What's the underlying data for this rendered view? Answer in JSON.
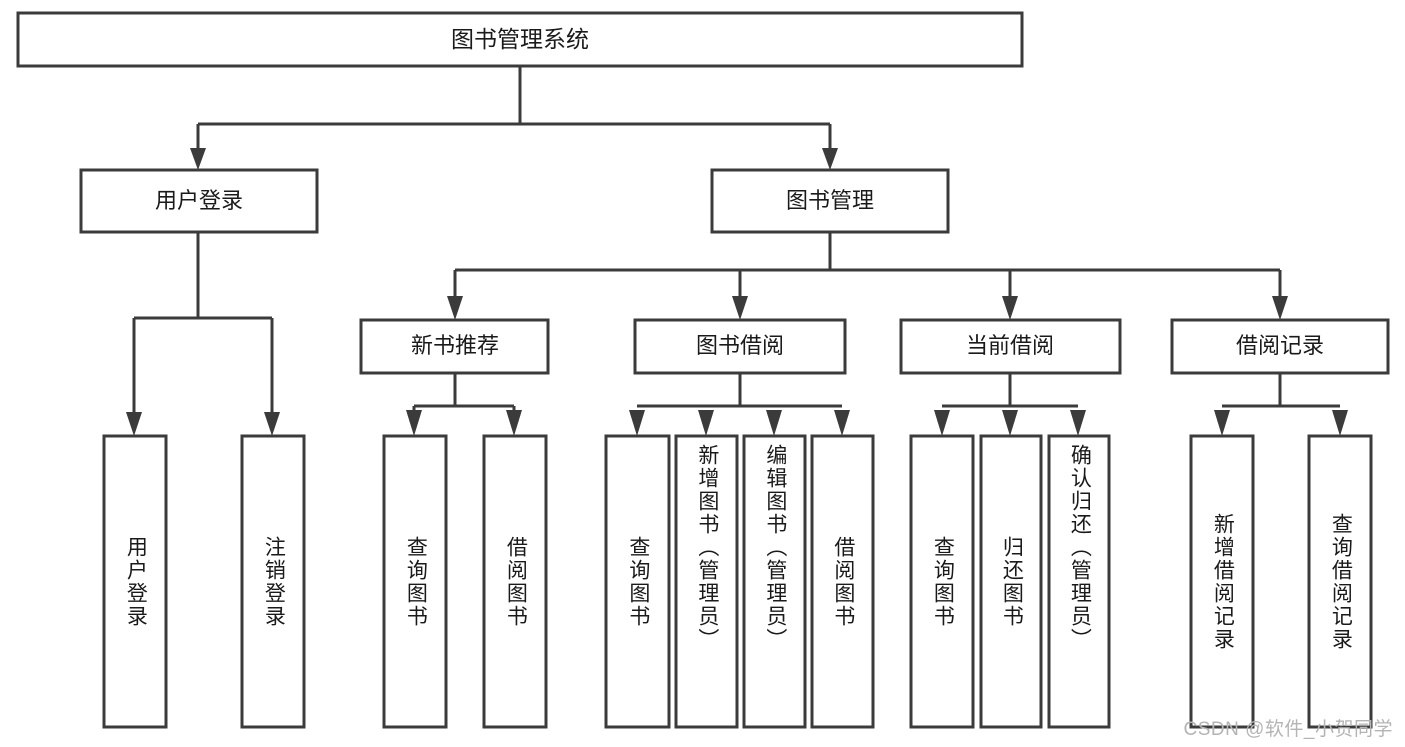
{
  "diagram": {
    "type": "hierarchy-tree",
    "title": "图书管理系统",
    "orientation": "top-down",
    "colors": {
      "box_fill": "#ffffff",
      "box_stroke": "#3b3b3b",
      "text": "#1a1a1a",
      "watermark": "#b4b4b4",
      "background": "#ffffff"
    },
    "levels": {
      "root": [
        "图书管理系统"
      ],
      "level2": [
        "用户登录",
        "图书管理"
      ],
      "level3": [
        "新书推荐",
        "图书借阅",
        "当前借阅",
        "借阅记录"
      ],
      "leaves": [
        "用户登录",
        "注销登录",
        "查询图书",
        "借阅图书",
        "查询图书",
        "新增图书（管理员）",
        "编辑图书（管理员）",
        "借阅图书",
        "查询图书",
        "归还图书",
        "确认归还（管理员）",
        "新增借阅记录",
        "查询借阅记录"
      ]
    },
    "nodes": {
      "root": {
        "label": "图书管理系统"
      },
      "user_login": {
        "label": "用户登录"
      },
      "book_manage": {
        "label": "图书管理"
      },
      "new_book_rec": {
        "label": "新书推荐"
      },
      "book_borrow": {
        "label": "图书借阅"
      },
      "current_borrow": {
        "label": "当前借阅"
      },
      "borrow_record": {
        "label": "借阅记录"
      },
      "leaf_user_login": {
        "label": "用户登录"
      },
      "leaf_logout": {
        "label": "注销登录"
      },
      "leaf_query_book_1": {
        "label": "查询图书"
      },
      "leaf_borrow_book_1": {
        "label": "借阅图书"
      },
      "leaf_query_book_2": {
        "label": "查询图书"
      },
      "leaf_add_book": {
        "label": "新增图书（管理员）"
      },
      "leaf_edit_book": {
        "label": "编辑图书（管理员）"
      },
      "leaf_borrow_book_2": {
        "label": "借阅图书"
      },
      "leaf_query_book_3": {
        "label": "查询图书"
      },
      "leaf_return_book": {
        "label": "归还图书"
      },
      "leaf_confirm_return": {
        "label": "确认归还（管理员）"
      },
      "leaf_add_record": {
        "label": "新增借阅记录"
      },
      "leaf_query_record": {
        "label": "查询借阅记录"
      }
    },
    "edges": [
      {
        "from": "图书管理系统",
        "to": "用户登录"
      },
      {
        "from": "图书管理系统",
        "to": "图书管理"
      },
      {
        "from": "用户登录",
        "to": "用户登录"
      },
      {
        "from": "用户登录",
        "to": "注销登录"
      },
      {
        "from": "图书管理",
        "to": "新书推荐"
      },
      {
        "from": "图书管理",
        "to": "图书借阅"
      },
      {
        "from": "图书管理",
        "to": "当前借阅"
      },
      {
        "from": "图书管理",
        "to": "借阅记录"
      },
      {
        "from": "新书推荐",
        "to": "查询图书"
      },
      {
        "from": "新书推荐",
        "to": "借阅图书"
      },
      {
        "from": "图书借阅",
        "to": "查询图书"
      },
      {
        "from": "图书借阅",
        "to": "新增图书（管理员）"
      },
      {
        "from": "图书借阅",
        "to": "编辑图书（管理员）"
      },
      {
        "from": "图书借阅",
        "to": "借阅图书"
      },
      {
        "from": "当前借阅",
        "to": "查询图书"
      },
      {
        "from": "当前借阅",
        "to": "归还图书"
      },
      {
        "from": "当前借阅",
        "to": "确认归还（管理员）"
      },
      {
        "from": "借阅记录",
        "to": "新增借阅记录"
      },
      {
        "from": "借阅记录",
        "to": "查询借阅记录"
      }
    ]
  },
  "watermark": {
    "text": "CSDN @软件_小贺同学"
  }
}
